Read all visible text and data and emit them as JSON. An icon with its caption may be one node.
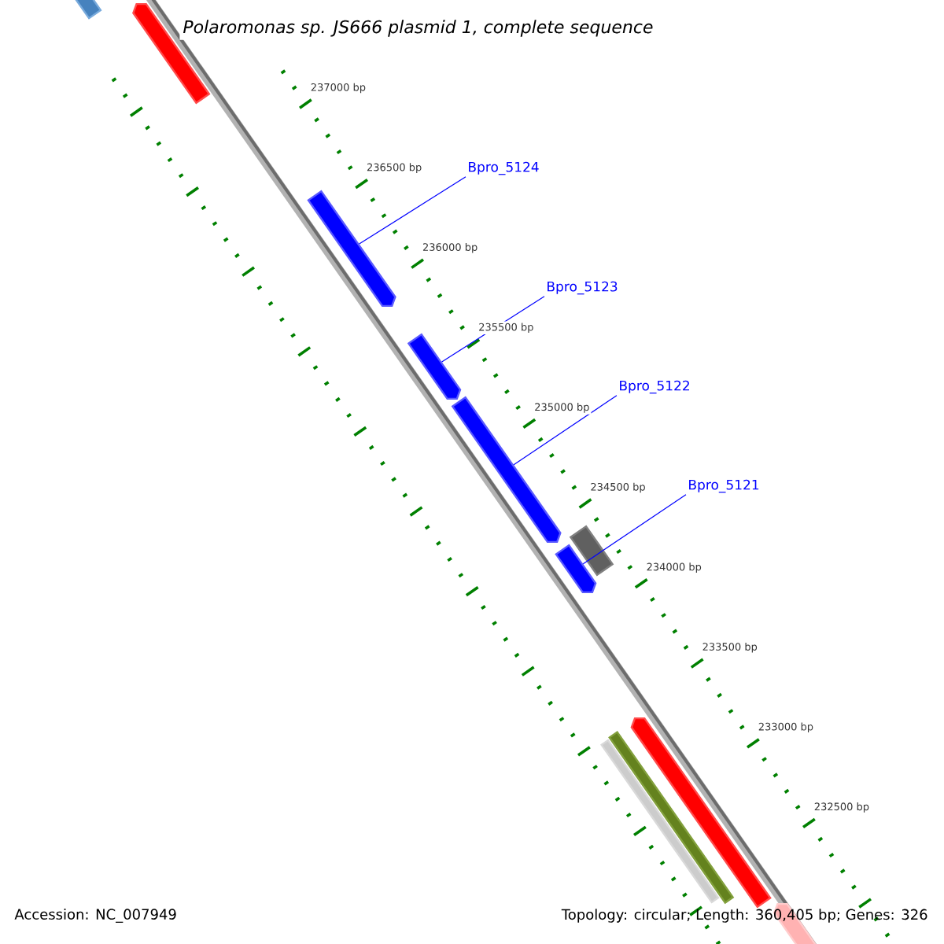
{
  "diagram": {
    "title": "Polaromonas sp. JS666 plasmid 1, complete sequence",
    "nodes": [
      {
        "text": [],
        "shape": "bar"
      },
      {
        "text": [],
        "shape": "arrow"
      },
      {
        "text": [
          "Bpro_5124"
        ]
      },
      {
        "text": [],
        "shape": "arrow"
      },
      {
        "text": [
          "Bpro_5123"
        ]
      },
      {
        "text": [],
        "shape": "arrow"
      },
      {
        "text": [
          "Bpro_5122"
        ]
      },
      {
        "text": [],
        "shape": "arrow"
      },
      {
        "text": [
          "Bpro_5121"
        ]
      },
      {
        "text": [],
        "shape": "bar"
      },
      {
        "text": [],
        "shape": "arrow"
      },
      {
        "text": [],
        "shape": "arrow"
      },
      {
        "text": [],
        "shape": "bar"
      },
      {
        "text": [],
        "shape": "bar"
      },
      {
        "text": [],
        "shape": "arrow"
      }
    ],
    "edges": [
      {
        "from": 2,
        "to": 3,
        "arrow": "none"
      },
      {
        "from": 4,
        "to": 5,
        "arrow": "none"
      },
      {
        "from": 6,
        "to": 7,
        "arrow": "none"
      },
      {
        "from": 8,
        "to": 10,
        "arrow": "none"
      }
    ],
    "labels": [
      "237000 bp",
      "236500 bp",
      "236000 bp",
      "235500 bp",
      "235000 bp",
      "234500 bp",
      "234000 bp",
      "233500 bp",
      "233000 bp",
      "232500 bp",
      "Accession: NC_007949",
      "Topology: circular; Length: 360,405 bp; Genes: 326"
    ]
  }
}
